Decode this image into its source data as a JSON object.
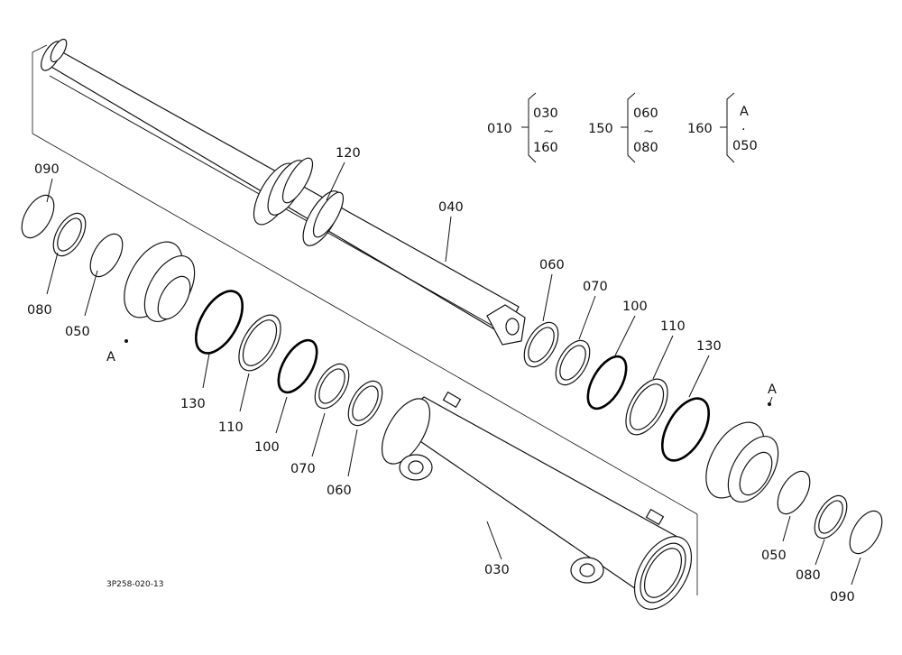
{
  "legend": {
    "group1": {
      "parent": "010",
      "from": "030",
      "sep": "~",
      "to": "160"
    },
    "group2": {
      "parent": "150",
      "from": "060",
      "sep": "~",
      "to": "080"
    },
    "group3": {
      "parent": "160",
      "from": "A",
      "sep": "·",
      "to": "050"
    }
  },
  "labels": {
    "p120": "120",
    "p040": "040",
    "p030": "030",
    "left": {
      "p090": "090",
      "p080": "080",
      "p050": "050",
      "pA": "A",
      "p130": "130",
      "p110": "110",
      "p100": "100",
      "p070": "070",
      "p060": "060"
    },
    "right": {
      "p060": "060",
      "p070": "070",
      "p100": "100",
      "p110": "110",
      "p130": "130",
      "pA": "A",
      "p050": "050",
      "p080": "080",
      "p090": "090"
    }
  },
  "drawing_code": "3P258-020-13"
}
